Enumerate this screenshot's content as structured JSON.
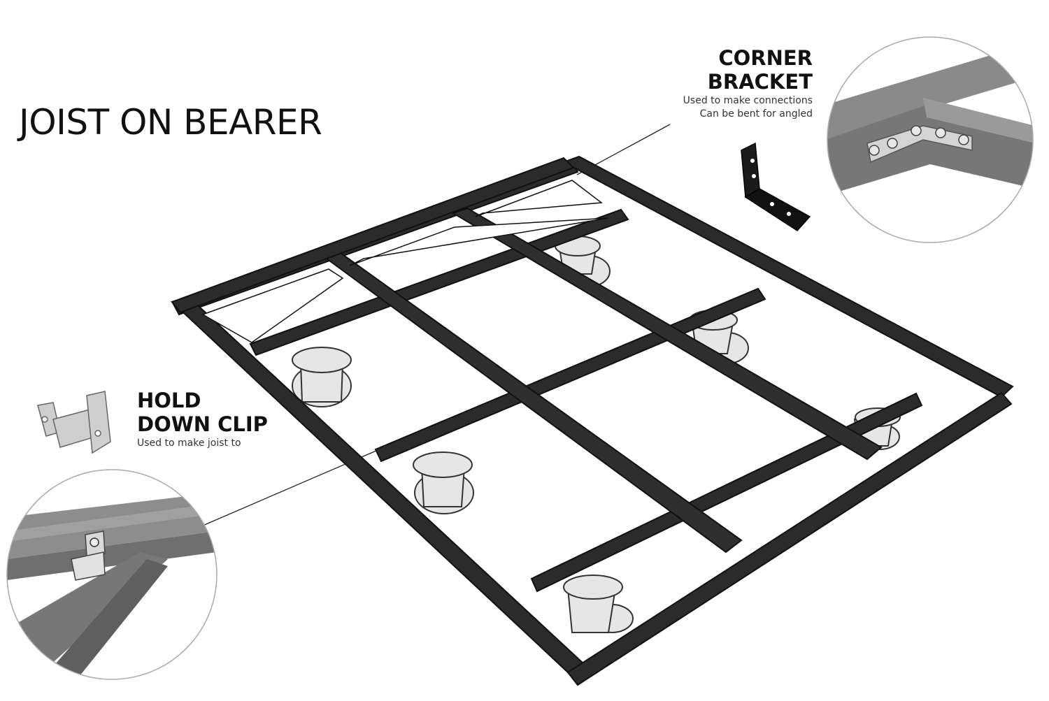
{
  "title": "JOIST ON BEARER",
  "corner_bracket": {
    "heading_line1": "CORNER",
    "heading_line2": "BRACKET",
    "description_line1": "Used to make connections",
    "description_line2": "Can be bent for angled"
  },
  "hold_down_clip": {
    "heading_line1": "HOLD",
    "heading_line2": "DOWN CLIP",
    "description_line1": "Used to make joist to"
  },
  "colors": {
    "frame": "#2b2b2b",
    "frame_edge": "#111111",
    "pedestal": "#e4e4e4",
    "clip": "#cfcfcf",
    "detail_beam": "#7a7a7a"
  }
}
